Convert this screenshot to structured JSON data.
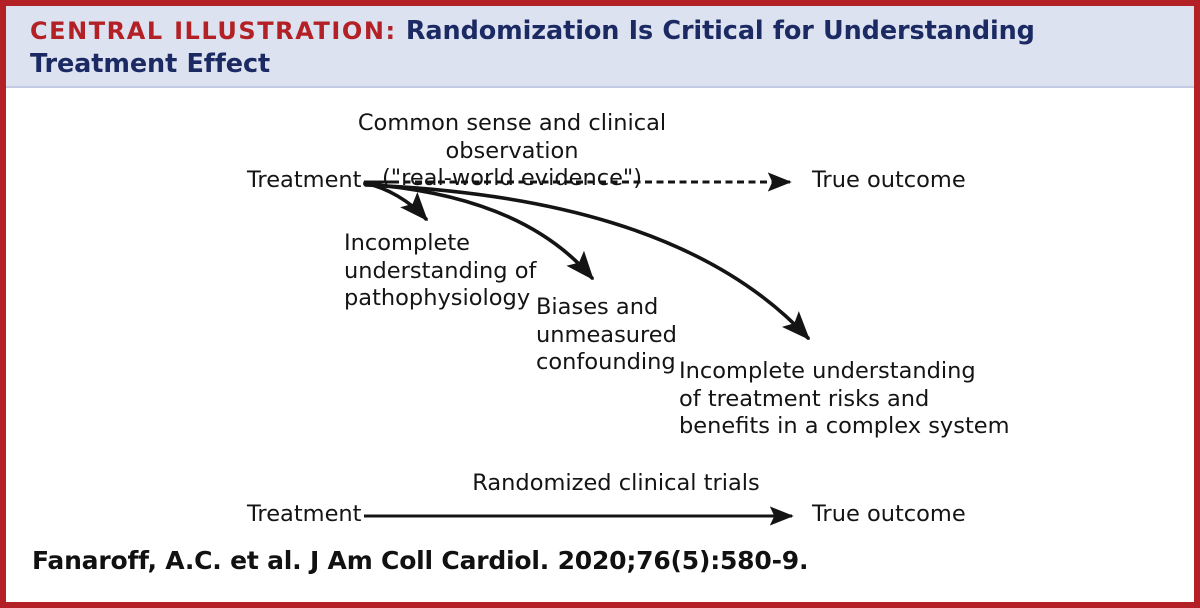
{
  "header": {
    "kicker": "CENTRAL ILLUSTRATION:",
    "title": "Randomization Is Critical for Understanding Treatment Effect",
    "kicker_color": "#b32025",
    "title_color": "#1b2a63",
    "band_color": "#dde2f0"
  },
  "figure": {
    "border_color": "#b32025",
    "background": "#ffffff",
    "ink_color": "#141414"
  },
  "diagram": {
    "observational_row": {
      "caption": "Common sense and clinical observation\n(\"real-world evidence\")",
      "source_label": "Treatment",
      "target_label": "True outcome",
      "link_style": "dashed"
    },
    "branches": [
      {
        "label": "Incomplete\nunderstanding of\npathophysiology"
      },
      {
        "label": "Biases and\nunmeasured\nconfounding"
      },
      {
        "label": "Incomplete understanding\nof treatment risks and\nbenefits in a complex system"
      }
    ],
    "trial_row": {
      "caption": "Randomized clinical trials",
      "source_label": "Treatment",
      "target_label": "True outcome",
      "link_style": "solid"
    }
  },
  "citation": "Fanaroff, A.C. et al. J Am Coll Cardiol. 2020;76(5):580-9."
}
